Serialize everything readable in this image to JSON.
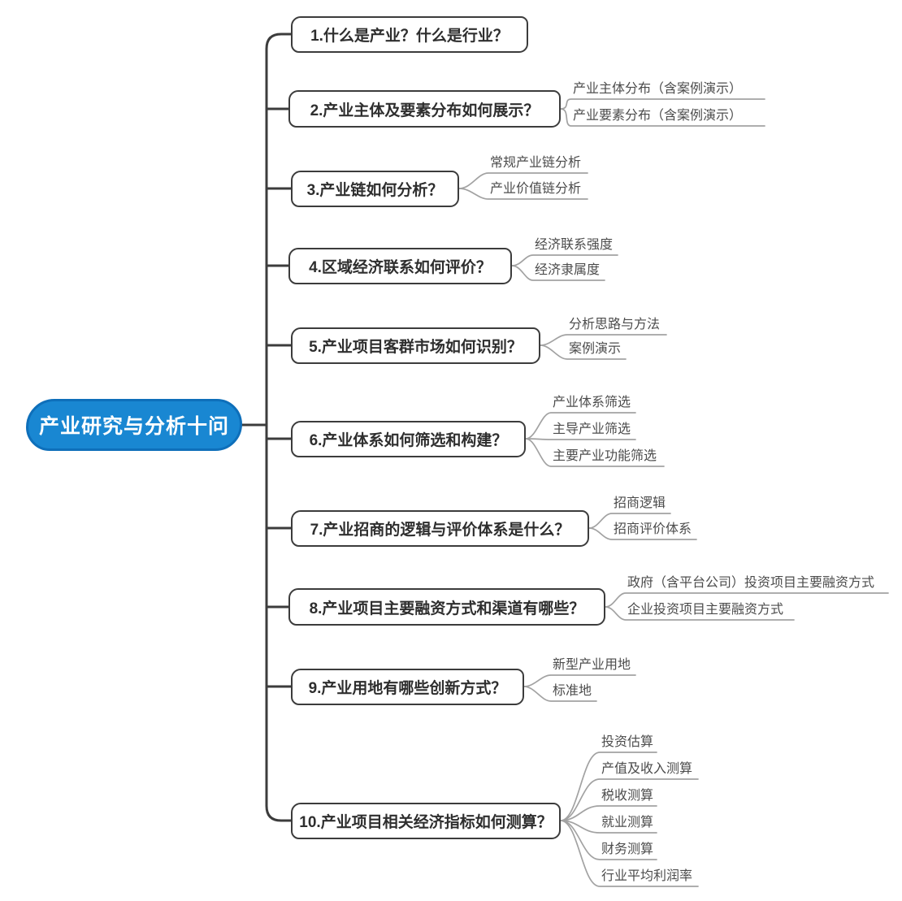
{
  "root": {
    "label": "产业研究与分析十问"
  },
  "colors": {
    "root_fill": "#1987d2",
    "root_border": "#0e6fba",
    "branch_border": "#3c3c3c",
    "sub_line": "#a2a2a2"
  },
  "branches": [
    {
      "label": "1.什么是产业？什么是行业？",
      "children": []
    },
    {
      "label": "2.产业主体及要素分布如何展示？",
      "children": [
        "产业主体分布（含案例演示）",
        "产业要素分布（含案例演示）"
      ]
    },
    {
      "label": "3.产业链如何分析？",
      "children": [
        "常规产业链分析",
        "产业价值链分析"
      ]
    },
    {
      "label": "4.区域经济联系如何评价？",
      "children": [
        "经济联系强度",
        "经济隶属度"
      ]
    },
    {
      "label": "5.产业项目客群市场如何识别？",
      "children": [
        "分析思路与方法",
        "案例演示"
      ]
    },
    {
      "label": "6.产业体系如何筛选和构建？",
      "children": [
        "产业体系筛选",
        "主导产业筛选",
        "主要产业功能筛选"
      ]
    },
    {
      "label": "7.产业招商的逻辑与评价体系是什么？",
      "children": [
        "招商逻辑",
        "招商评价体系"
      ]
    },
    {
      "label": "8.产业项目主要融资方式和渠道有哪些？",
      "children": [
        "政府（含平台公司）投资项目主要融资方式",
        "企业投资项目主要融资方式"
      ]
    },
    {
      "label": "9.产业用地有哪些创新方式？",
      "children": [
        "新型产业用地",
        "标准地"
      ]
    },
    {
      "label": "10.产业项目相关经济指标如何测算？",
      "children": [
        "投资估算",
        "产值及收入测算",
        "税收测算",
        "就业测算",
        "财务测算",
        "行业平均利润率"
      ]
    }
  ]
}
